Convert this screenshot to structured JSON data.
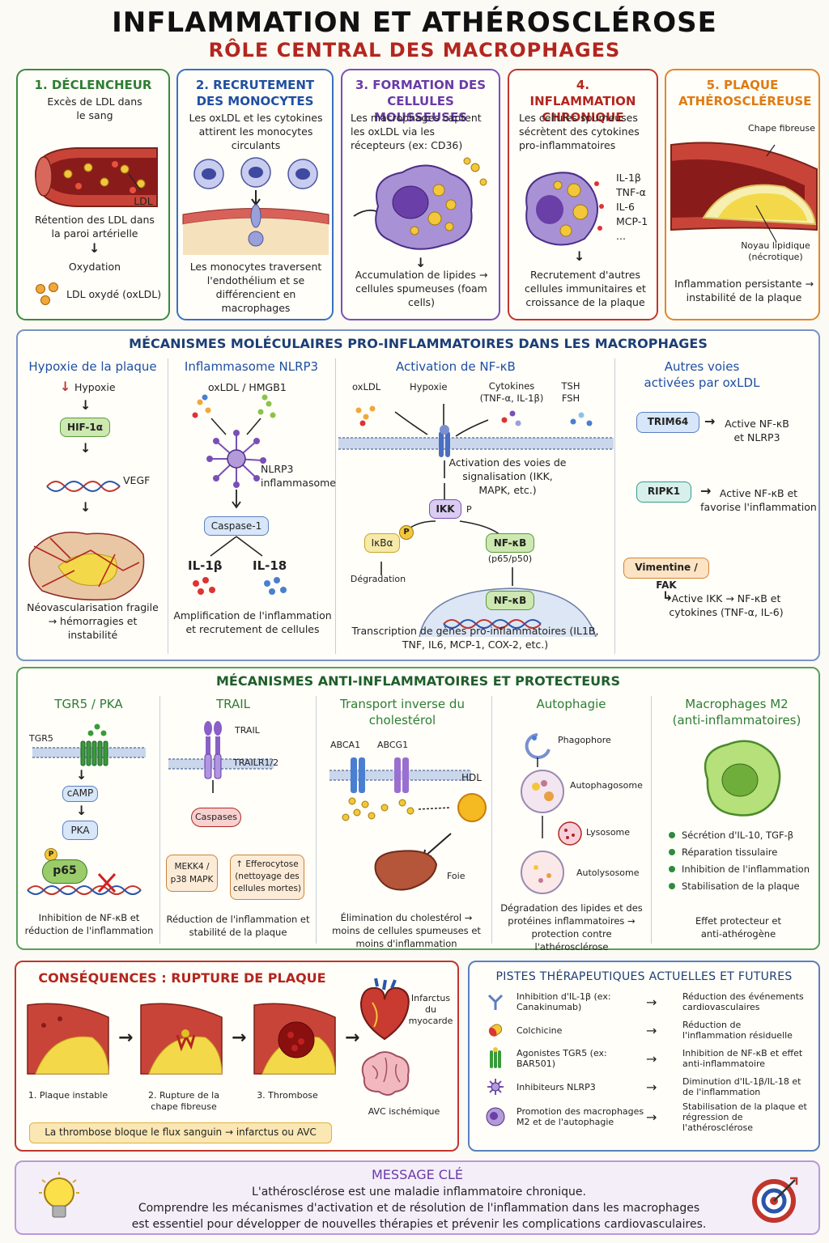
{
  "header": {
    "title": "INFLAMMATION ET ATHÉROSCLÉROSE",
    "subtitle": "RÔLE CENTRAL DES MACROPHAGES"
  },
  "steps": [
    {
      "title": "1. DÉCLENCHEUR",
      "intro": "Excès de LDL dans le sang",
      "label": "LDL",
      "mid": "Rétention des LDL dans la paroi artérielle",
      "mid2": "Oxydation",
      "bottom": "LDL oxydé (oxLDL)"
    },
    {
      "title": "2. RECRUTEMENT DES MONOCYTES",
      "intro": "Les oxLDL et les cytokines attirent les monocytes circulants",
      "bottom": "Les monocytes traversent l'endothélium et se différencient en macrophages"
    },
    {
      "title": "3. FORMATION DES CELLULES MOUSSEUSES",
      "intro": "Les macrophages captent les oxLDL via les récepteurs (ex: CD36)",
      "bottom": "Accumulation de lipides → cellules spumeuses (foam cells)"
    },
    {
      "title": "4. INFLAMMATION CHRONIQUE",
      "intro": "Les cellules spumeuses sécrètent des cytokines pro-inflammatoires",
      "cytokines": [
        "IL-1β",
        "TNF-α",
        "IL-6",
        "MCP-1",
        "..."
      ],
      "bottom": "Recrutement d'autres cellules immunitaires et croissance de la plaque"
    },
    {
      "title": "5. PLAQUE ATHÉROSCLÉREUSE",
      "label_cap": "Chape fibreuse",
      "label_core": "Noyau lipidique (nécrotique)",
      "bottom": "Inflammation persistante → instabilité de la plaque"
    }
  ],
  "pro": {
    "title": "MÉCANISMES MOLÉCULAIRES PRO-INFLAMMATOIRES DANS LES MACROPHAGES",
    "hypoxia": {
      "title": "Hypoxie de la plaque",
      "trigger": "Hypoxie",
      "hif": "HIF-1α",
      "vegf": "VEGF",
      "bottom": "Néovascularisation fragile → hémorragies et instabilité"
    },
    "nlrp3": {
      "title": "Inflammasome NLRP3",
      "ligands": "oxLDL / HMGB1",
      "complex": "NLRP3 inflammasome",
      "caspase": "Caspase-1",
      "il1b": "IL-1β",
      "il18": "IL-18",
      "bottom": "Amplification de l'inflammation et recrutement de cellules"
    },
    "nfkb": {
      "title": "Activation de NF-κB",
      "in1": "oxLDL",
      "in2": "Hypoxie",
      "in3": "Cytokines (TNF-α, IL-1β)",
      "in4": "TSH FSH",
      "signal": "Activation des voies de signalisation (IKK, MAPK, etc.)",
      "ikk": "IKK",
      "p": "P",
      "ikba": "IκBα",
      "degr": "Dégradation",
      "nfkb": "NF-κB",
      "p65": "(p65/p50)",
      "nfkb2": "NF-κB",
      "bottom": "Transcription de gènes pro-inflammatoires (IL1B, TNF, IL6, MCP-1, COX-2, etc.)"
    },
    "other": {
      "title": "Autres voies activées par oxLDL",
      "items": [
        {
          "name": "TRIM64",
          "effect": "Active NF-κB et NLRP3"
        },
        {
          "name": "RIPK1",
          "effect": "Active NF-κB et favorise l'inflammation"
        },
        {
          "name": "Vimentine / FAK",
          "effect": "Active IKK → NF-κB et cytokines (TNF-α, IL-6)"
        }
      ]
    }
  },
  "anti": {
    "title": "MÉCANISMES ANTI-INFLAMMATOIRES ET PROTECTEURS",
    "tgr5": {
      "title": "TGR5 / PKA",
      "receptor": "TGR5",
      "camp": "cAMP",
      "pka": "PKA",
      "p65": "p65",
      "p": "P",
      "bottom": "Inhibition de NF-κB et réduction de l'inflammation"
    },
    "trail": {
      "title": "TRAIL",
      "ligand": "TRAIL",
      "receptor": "TRAILR1/2",
      "caspases": "Caspases",
      "mekk": "MEKK4 / p38 MAPK",
      "effero": "↑ Efferocytose (nettoyage des cellules mortes)",
      "bottom": "Réduction de l'inflammation et stabilité de la plaque"
    },
    "rct": {
      "title": "Transport inverse du cholestérol",
      "abca1": "ABCA1",
      "abcg1": "ABCG1",
      "hdl": "HDL",
      "liver": "Foie",
      "bottom": "Élimination du cholestérol → moins de cellules spumeuses et moins d'inflammation"
    },
    "autophagy": {
      "title": "Autophagie",
      "s1": "Phagophore",
      "s2": "Autophagosome",
      "s3": "Lysosome",
      "s4": "Autolysosome",
      "bottom": "Dégradation des lipides et des protéines inflammatoires → protection contre l'athérosclérose"
    },
    "m2": {
      "title": "Macrophages M2 (anti-inflammatoires)",
      "items": [
        "Sécrétion d'IL-10, TGF-β",
        "Réparation tissulaire",
        "Inhibition de l'inflammation",
        "Stabilisation de la plaque"
      ],
      "bottom": "Effet protecteur et anti-athérogène"
    }
  },
  "consequences": {
    "title": "CONSÉQUENCES : RUPTURE DE PLAQUE",
    "s1": "1. Plaque instable",
    "s2": "2. Rupture de la chape fibreuse",
    "s3": "3. Thrombose",
    "heart": "Infarctus du myocarde",
    "brain": "AVC ischémique",
    "note": "La thrombose bloque le flux sanguin → infarctus ou AVC"
  },
  "therapies": {
    "title": "PISTES THÉRAPEUTIQUES ACTUELLES ET FUTURES",
    "rows": [
      {
        "drug": "Inhibition d'IL-1β (ex: Canakinumab)",
        "effect": "Réduction des événements cardiovasculaires",
        "icon": "antibody-icon"
      },
      {
        "drug": "Colchicine",
        "effect": "Réduction de l'inflammation résiduelle",
        "icon": "capsule-icon"
      },
      {
        "drug": "Agonistes TGR5 (ex: BAR501)",
        "effect": "Inhibition de NF-κB et effet anti-inflammatoire",
        "icon": "receptor-icon"
      },
      {
        "drug": "Inhibiteurs NLRP3",
        "effect": "Diminution d'IL-1β/IL-18 et de l'inflammation",
        "icon": "inflammasome-icon"
      },
      {
        "drug": "Promotion des macrophages M2 et de l'autophagie",
        "effect": "Stabilisation de la plaque et régression de l'athérosclérose",
        "icon": "macrophage-icon"
      }
    ]
  },
  "key": {
    "title": "MESSAGE CLÉ",
    "line1": "L'athérosclérose est une maladie inflammatoire chronique.",
    "line2": "Comprendre les mécanismes d'activation et de résolution de l'inflammation dans les macrophages",
    "line3": "est essentiel pour développer de nouvelles thérapies et prévenir les complications cardiovasculaires."
  },
  "colors": {
    "green": "#2e7d32",
    "blue": "#1f4fa3",
    "purple": "#6a3aa8",
    "red": "#b3261e",
    "orange": "#e07b12",
    "navy": "#1c3e75"
  }
}
